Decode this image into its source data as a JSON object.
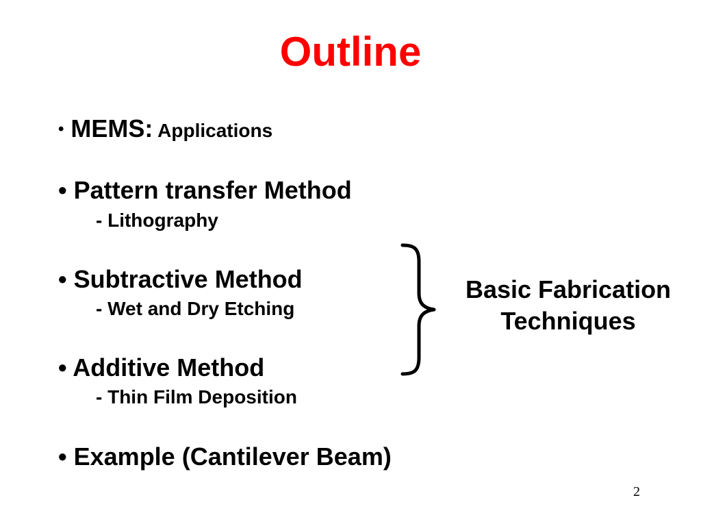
{
  "slide": {
    "title": "Outline",
    "title_color": "#ff0000",
    "bullet_symbol": "•",
    "items": [
      {
        "label": "MEMS:",
        "suffix": " Applications"
      },
      {
        "label": "Pattern transfer Method",
        "sub": "- Lithography"
      },
      {
        "label": "Subtractive Method",
        "sub": "- Wet and Dry Etching"
      },
      {
        "label": "Additive Method",
        "sub": "- Thin Film Deposition"
      },
      {
        "label": "Example (Cantilever Beam)"
      }
    ],
    "brace_label_line1": "Basic Fabrication",
    "brace_label_line2": "Techniques",
    "page_number": "2"
  }
}
